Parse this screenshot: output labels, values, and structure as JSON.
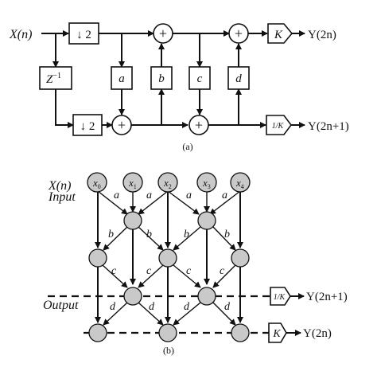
{
  "diagram_a": {
    "input_label": "X(n)",
    "downsample_label": "↓ 2",
    "delay_label": "Z",
    "delay_exp": "−1",
    "sum_symbol": "+",
    "coeffs": [
      "a",
      "b",
      "c",
      "d"
    ],
    "gain_label": "K",
    "gain_inv_label": "1/K",
    "output_even": "Y(2n)",
    "output_odd": "Y(2n+1)",
    "caption": "(a)"
  },
  "diagram_b": {
    "input_label": "X(n)",
    "input_word": "Input",
    "output_word": "Output",
    "samples": [
      "x",
      "x",
      "x",
      "x",
      "x"
    ],
    "sample_subs": [
      "0",
      "1",
      "2",
      "3",
      "4"
    ],
    "coeffs": [
      "a",
      "b",
      "c",
      "d"
    ],
    "gain_inv_label": "1/K",
    "gain_label": "K",
    "output_odd": "Y(2n+1)",
    "output_even": "Y(2n)",
    "caption": "(b)"
  }
}
